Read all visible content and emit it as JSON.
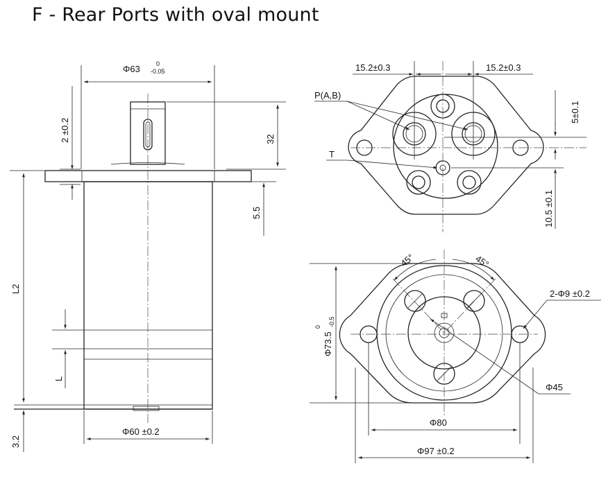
{
  "title": "F - Rear Ports with oval mount",
  "side_view": {
    "dia_63": "Φ63",
    "dia_63_tol_upper": "0",
    "dia_63_tol_lower": "-0.05",
    "dim_2": "2 ±0.2",
    "dim_32": "32",
    "dim_5_5": "5.5",
    "dim_L2": "L2",
    "dim_L": "L",
    "dim_3_2": "3.2",
    "dia_60": "Φ60 ±0.2"
  },
  "rear_view": {
    "dim_left": "15.2±0.3",
    "dim_right": "15.2±0.3",
    "port_ab": "P(A,B)",
    "port_t": "T",
    "dim_5": "5±0.1",
    "dim_10_5": "10.5 ±0.1"
  },
  "front_view": {
    "angle_left": "45°",
    "angle_right": "45°",
    "holes": "2-Φ9 ±0.2",
    "dia_73_5": "Φ73.5",
    "dia_73_5_tol_upper": "0",
    "dia_73_5_tol_lower": "-0.5",
    "dia_45": "Φ45",
    "dia_80": "Φ80",
    "dia_97": "Φ97 ±0.2"
  }
}
